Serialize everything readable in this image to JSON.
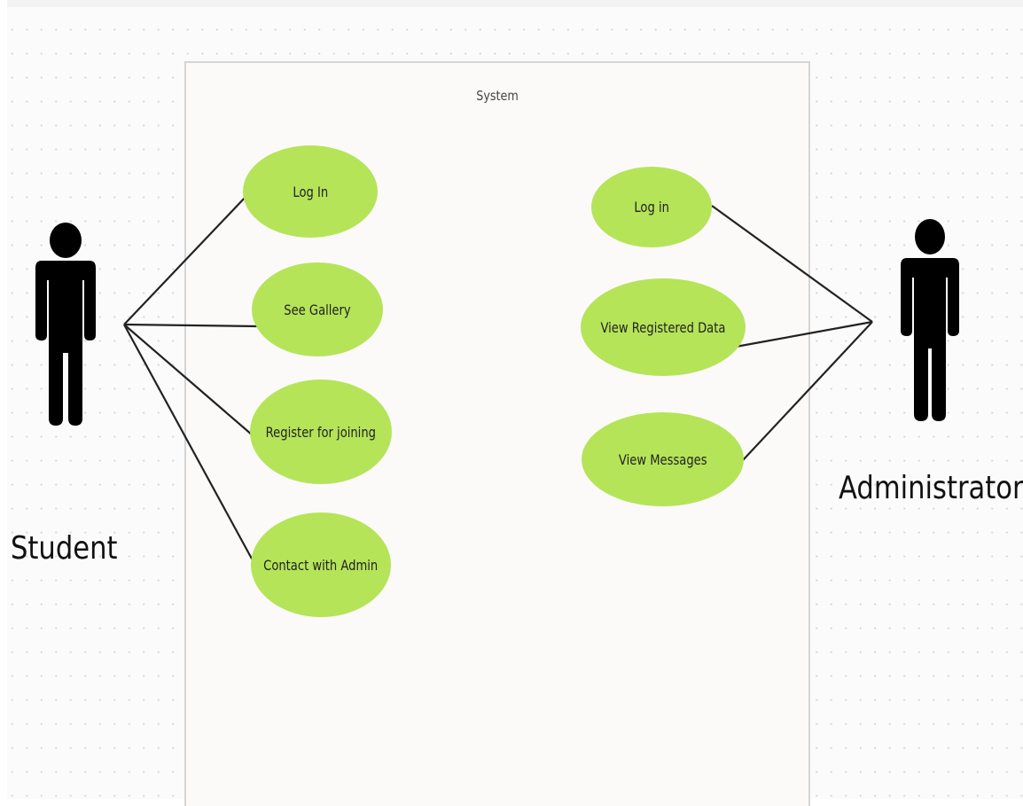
{
  "system": {
    "label": "System"
  },
  "actors": {
    "student": {
      "label": "Student",
      "icon": "person-icon"
    },
    "administrator": {
      "label": "Administrator",
      "icon": "person-icon"
    }
  },
  "use_cases": {
    "student_log_in": "Log In",
    "see_gallery": "See Gallery",
    "register_for_joining": "Register for joining",
    "contact_with_admin": "Contact with Admin",
    "admin_log_in": "Log in",
    "view_registered_data": "View Registered Data",
    "view_messages": "View Messages"
  },
  "colors": {
    "use_case_fill": "#b5e459",
    "line": "#222222",
    "actor": "#000000"
  }
}
